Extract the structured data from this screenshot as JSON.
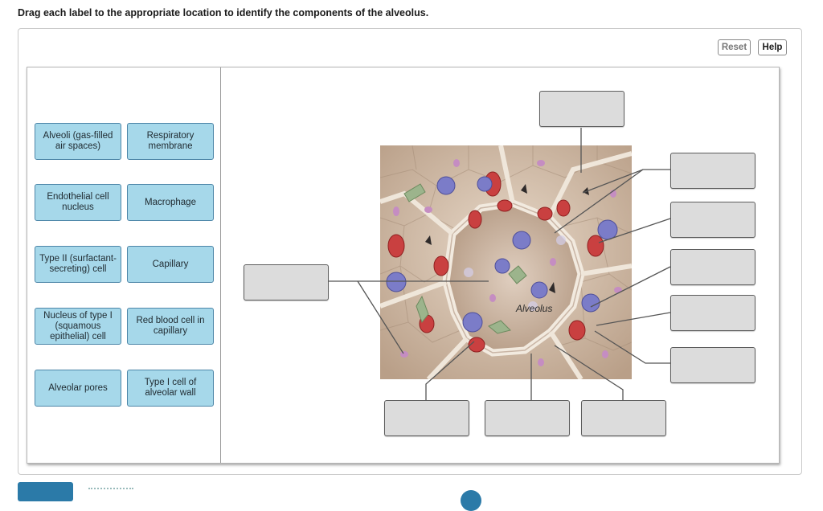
{
  "instruction": "Drag each label to the appropriate location to identify the components of the alveolus.",
  "controls": {
    "reset_label": "Reset",
    "help_label": "Help"
  },
  "labels": [
    "Alveoli (gas-filled air spaces)",
    "Respiratory membrane",
    "Endothelial cell nucleus",
    "Macrophage",
    "Type II (surfactant-secreting) cell",
    "Capillary",
    "Nucleus of type I (squamous epithelial) cell",
    "Red blood cell in capillary",
    "Alveolar pores",
    "Type I cell of alveolar wall"
  ],
  "diagram": {
    "center_label": "Alveolus"
  },
  "drop_targets": [
    "top",
    "left",
    "right-1",
    "right-2",
    "right-3",
    "right-4",
    "right-5",
    "bottom-1",
    "bottom-2",
    "bottom-3"
  ],
  "colors": {
    "label_fill": "#a6d8ea",
    "label_border": "#4d86a8",
    "target_fill": "#dcdcdc",
    "primary_button": "#2b7aa8"
  }
}
